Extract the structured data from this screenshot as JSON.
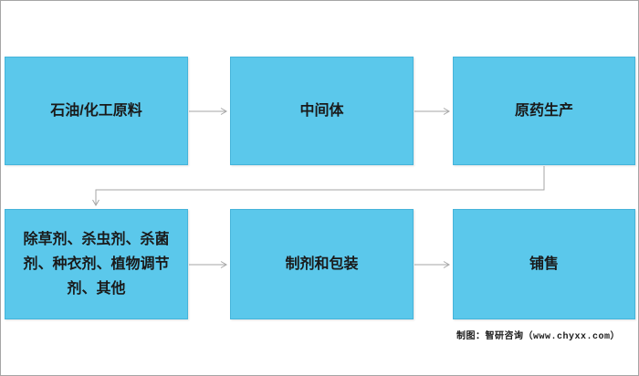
{
  "colors": {
    "background": "#ffffff",
    "frame_border": "#a6a6a6",
    "box_fill": "#5bc8eb",
    "box_border": "#45b4da",
    "box_text": "#1a1a1a",
    "arrow": "#a6a6a6",
    "credit_text": "#1a1a1a"
  },
  "flowchart": {
    "nodes": [
      {
        "id": "raw-materials",
        "label": "石油/化工原料"
      },
      {
        "id": "intermediates",
        "label": "中间体"
      },
      {
        "id": "technical-production",
        "label": "原药生产"
      },
      {
        "id": "product-categories",
        "label": "除草剂、杀虫剂、杀菌剂、种衣剂、植物调节剂、其他"
      },
      {
        "id": "formulation-packaging",
        "label": "制剂和包装"
      },
      {
        "id": "sales",
        "label": "铺售"
      }
    ],
    "connections": [
      {
        "from": "石油/化工原料",
        "to": "中间体",
        "type": "straight-arrow"
      },
      {
        "from": "中间体",
        "to": "原药生产",
        "type": "straight-arrow"
      },
      {
        "from": "原药生产",
        "to": "除草剂、杀虫剂、杀菌剂、种衣剂、植物调节剂、其他",
        "type": "elbow-arrow"
      },
      {
        "from": "除草剂、杀虫剂、杀菌剂、种衣剂、植物调节剂、其他",
        "to": "制剂和包装",
        "type": "straight-arrow"
      },
      {
        "from": "制剂和包装",
        "to": "铺售",
        "type": "straight-arrow"
      }
    ]
  },
  "footer": {
    "credit": "制图：智研咨询（www.chyxx.com）"
  }
}
